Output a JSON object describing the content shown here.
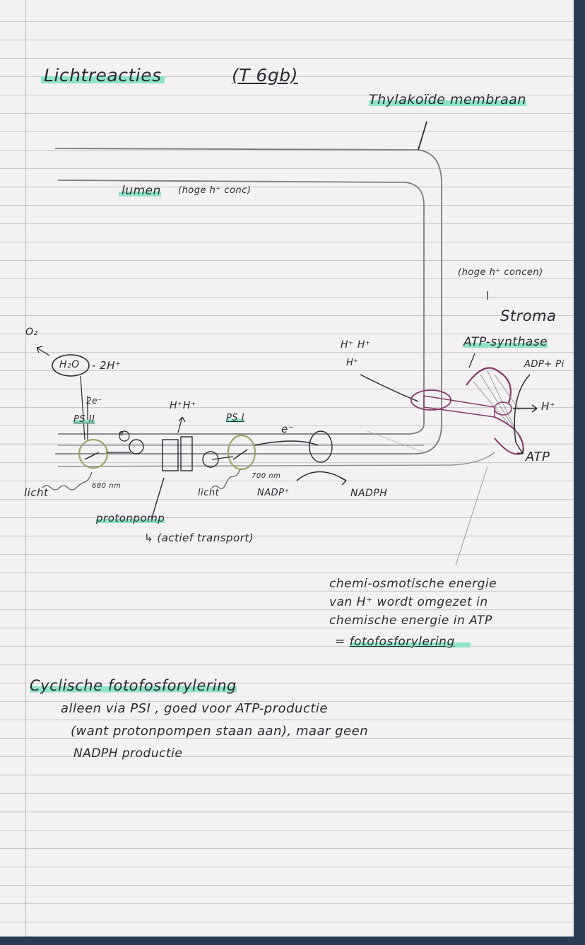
{
  "page": {
    "title": "Lichtreacties",
    "ref": "(T 6gb)"
  },
  "diagram": {
    "membrane_label": "Thylakoïde membraan",
    "lumen_label": "lumen",
    "lumen_note": "(hoge h⁺ conc)",
    "stroma_note": "(hoge h⁺ concen)",
    "stroma_label": "Stroma",
    "atp_synthase_label": "ATP-synthase",
    "adp_pi": "ADP+ Pi",
    "h_plus_out": "H⁺",
    "atp": "ATP",
    "h_plus_pair_1": "H⁺ H⁺",
    "h_plus_single": "H⁺",
    "h_plus_pair_2": "H⁺H⁺",
    "o2": "O₂",
    "h2o": "H₂O",
    "minus_2h": "- 2H⁺",
    "two_e": "2e⁻",
    "ps2": "PS II",
    "ps1": "PS I",
    "e_minus": "e⁻",
    "light_1": "licht",
    "wavelength_1": "680 nm",
    "light_2": "licht",
    "wavelength_2": "700 nm",
    "nadp": "NADP⁺",
    "nadph": "NADPH",
    "proton_pump": "protonpomp",
    "active_transport": "↳ (actief transport)",
    "colors": {
      "ink": "#2a2a33",
      "pencil": "#8a8a90",
      "highlight": "#8fe3c8",
      "ps_green": "#9aa86a",
      "atp_synthase_purple": "#8a3a6a"
    }
  },
  "notes": {
    "chemiosmotic_line1": "chemi-osmotische energie",
    "chemiosmotic_line2": "van H⁺ wordt omgezet in",
    "chemiosmotic_line3": "chemische energie in ATP",
    "chemiosmotic_line4_prefix": "= ",
    "chemiosmotic_line4_term": "fotofosforylering",
    "cyclic_heading": "Cyclische fotofosforylering",
    "cyclic_line1": "alleen via PSI , goed voor ATP-productie",
    "cyclic_line2": "(want protonpompen staan aan), maar geen",
    "cyclic_line3": "NADPH productie"
  }
}
